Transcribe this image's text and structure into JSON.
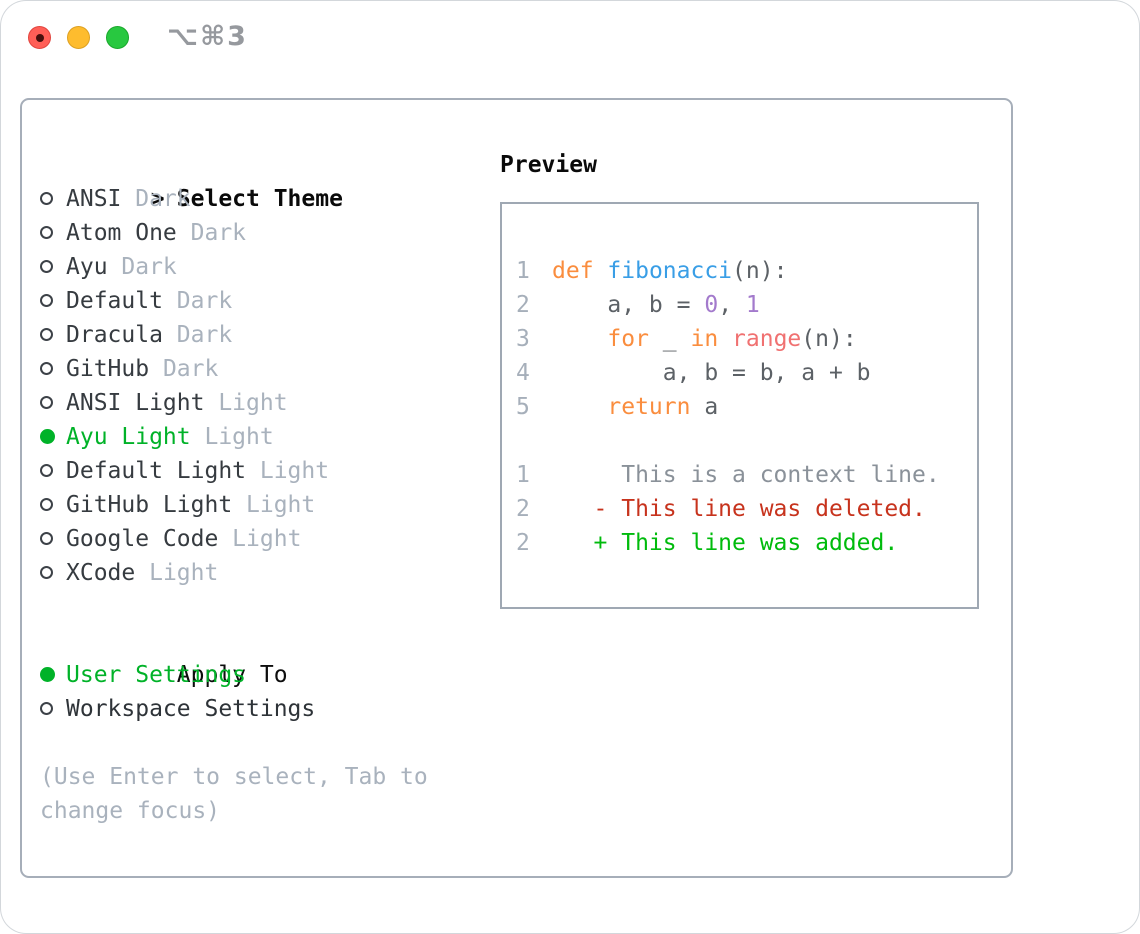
{
  "window": {
    "title": "⌥⌘3",
    "traffic_lights": {
      "close_color": "#ff5f57",
      "minimize_color": "#febc2e",
      "zoom_color": "#28c840",
      "close_has_edited_dot": true
    }
  },
  "theme_picker": {
    "header": {
      "prefix": ">",
      "label": "Select Theme"
    },
    "accent_green": "#00b228",
    "items": [
      {
        "name": "ANSI",
        "variant": "Dark",
        "selected": false
      },
      {
        "name": "Atom One",
        "variant": "Dark",
        "selected": false
      },
      {
        "name": "Ayu",
        "variant": "Dark",
        "selected": false
      },
      {
        "name": "Default",
        "variant": "Dark",
        "selected": false
      },
      {
        "name": "Dracula",
        "variant": "Dark",
        "selected": false
      },
      {
        "name": "GitHub",
        "variant": "Dark",
        "selected": false
      },
      {
        "name": "ANSI Light",
        "variant": "Light",
        "selected": false
      },
      {
        "name": "Ayu Light",
        "variant": "Light",
        "selected": true
      },
      {
        "name": "Default Light",
        "variant": "Light",
        "selected": false
      },
      {
        "name": "GitHub Light",
        "variant": "Light",
        "selected": false
      },
      {
        "name": "Google Code",
        "variant": "Light",
        "selected": false
      },
      {
        "name": "XCode",
        "variant": "Light",
        "selected": false
      }
    ],
    "apply_to": {
      "label": "Apply To",
      "options": [
        {
          "label": "User Settings",
          "selected": true
        },
        {
          "label": "Workspace Settings",
          "selected": false
        }
      ]
    },
    "hint": "(Use Enter to select, Tab to change focus)"
  },
  "preview": {
    "label": "Preview",
    "colors": {
      "keyword": "#fa8d3e",
      "function": "#399ee6",
      "number": "#a37acc",
      "builtin": "#f07171",
      "fg": "#5c6166",
      "context": "#8a9199",
      "deleted": "#c7331d",
      "added": "#00bb0c",
      "line_number": "#a6afba"
    },
    "code_lines": [
      {
        "number": "1",
        "segments": [
          {
            "t": "def",
            "c": "keyword"
          },
          {
            "t": " ",
            "c": "fg"
          },
          {
            "t": "fibonacci",
            "c": "function"
          },
          {
            "t": "(n):",
            "c": "fg"
          }
        ]
      },
      {
        "number": "2",
        "segments": [
          {
            "t": "    a, b = ",
            "c": "fg"
          },
          {
            "t": "0",
            "c": "number"
          },
          {
            "t": ", ",
            "c": "fg"
          },
          {
            "t": "1",
            "c": "number"
          }
        ]
      },
      {
        "number": "3",
        "segments": [
          {
            "t": "    ",
            "c": "fg"
          },
          {
            "t": "for",
            "c": "keyword"
          },
          {
            "t": " _ ",
            "c": "fg"
          },
          {
            "t": "in",
            "c": "keyword"
          },
          {
            "t": " ",
            "c": "fg"
          },
          {
            "t": "range",
            "c": "builtin"
          },
          {
            "t": "(n):",
            "c": "fg"
          }
        ]
      },
      {
        "number": "4",
        "segments": [
          {
            "t": "        a, b = b, a + b",
            "c": "fg"
          }
        ]
      },
      {
        "number": "5",
        "segments": [
          {
            "t": "    ",
            "c": "fg"
          },
          {
            "t": "return",
            "c": "keyword"
          },
          {
            "t": " a",
            "c": "fg"
          }
        ]
      },
      {
        "number": "",
        "segments": []
      },
      {
        "number": "1",
        "segments": [
          {
            "t": "     This is a context line.",
            "c": "context"
          }
        ]
      },
      {
        "number": "2",
        "segments": [
          {
            "t": "   - This line was deleted.",
            "c": "deleted"
          }
        ]
      },
      {
        "number": "2",
        "segments": [
          {
            "t": "   + This line was added.",
            "c": "added"
          }
        ]
      }
    ]
  }
}
